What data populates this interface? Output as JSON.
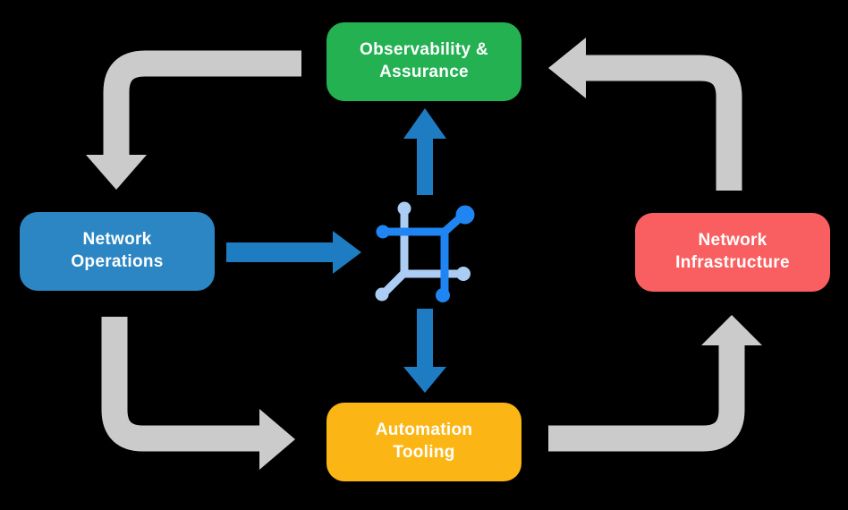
{
  "diagram": {
    "background_color": "#000000",
    "nodes": [
      {
        "id": "observability-assurance",
        "label": "Observability & Assurance",
        "color": "#23b152",
        "text_color": "#ffffff"
      },
      {
        "id": "network-operations",
        "label": "Network Operations",
        "color": "#2b86c3",
        "text_color": "#ffffff"
      },
      {
        "id": "network-infrastructure",
        "label": "Network Infrastructure",
        "color": "#f95f61",
        "text_color": "#ffffff"
      },
      {
        "id": "automation-tooling",
        "label": "Automation Tooling",
        "color": "#fbb615",
        "text_color": "#ffffff"
      }
    ],
    "center_icon": {
      "name": "network-mesh-icon",
      "primary_color": "#1e85f2",
      "secondary_color": "#abcdf4"
    },
    "arrows": {
      "outer_cycle_color": "#cbcbcb",
      "inner_arrow_color": "#1e7dc2",
      "edges": [
        {
          "from": "observability-assurance",
          "to": "network-operations",
          "style": "outer-gray"
        },
        {
          "from": "network-operations",
          "to": "automation-tooling",
          "style": "outer-gray"
        },
        {
          "from": "automation-tooling",
          "to": "network-infrastructure",
          "style": "outer-gray"
        },
        {
          "from": "network-infrastructure",
          "to": "observability-assurance",
          "style": "outer-gray"
        },
        {
          "from": "network-operations",
          "to": "center-icon",
          "style": "inner-blue"
        },
        {
          "from": "center-icon",
          "to": "observability-assurance",
          "style": "inner-blue"
        },
        {
          "from": "center-icon",
          "to": "automation-tooling",
          "style": "inner-blue"
        }
      ]
    }
  }
}
